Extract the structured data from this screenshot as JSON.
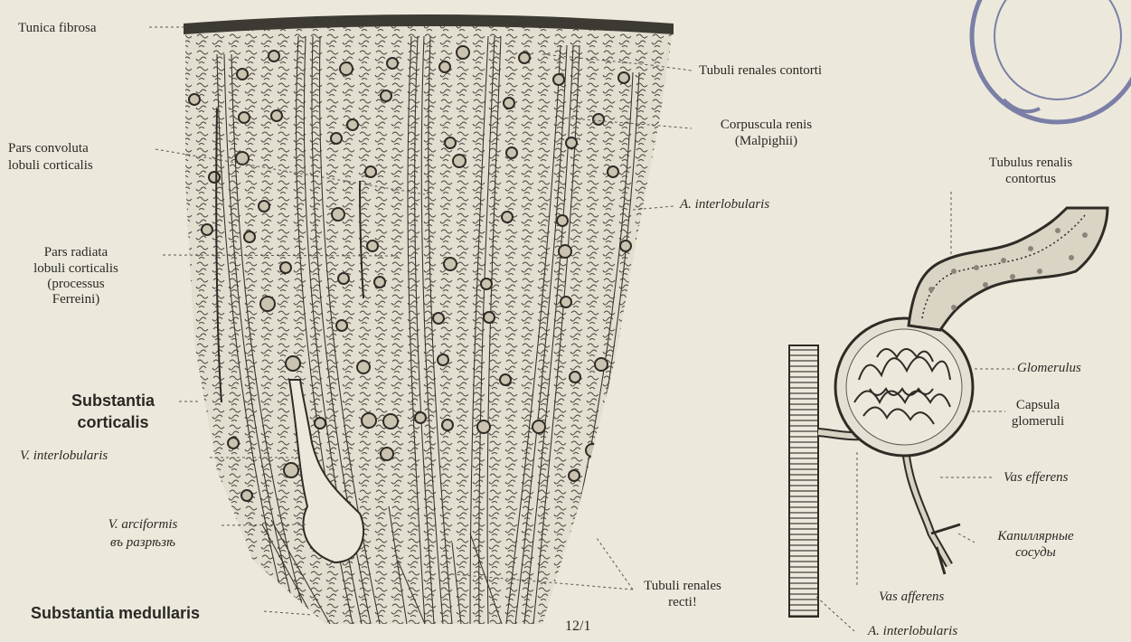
{
  "left_labels": {
    "tunica_fibrosa": "Tunica fibrosa",
    "pars_convoluta": [
      "Pars convoluta",
      "lobuli corticalis"
    ],
    "pars_radiata": [
      "Pars radiata",
      "lobuli corticalis",
      "(processus",
      "Ferreini)"
    ],
    "substantia_corticalis": [
      "Substantia",
      "corticalis"
    ],
    "v_interlobularis": "V. interlobularis",
    "v_arciformis": [
      "V. arciformis",
      "въ разрѣзѣ"
    ],
    "substantia_medullaris": "Substantia medullaris"
  },
  "middle_labels": {
    "tubuli_contorti": "Tubuli renales contorti",
    "corpuscula_renis": [
      "Corpuscula renis",
      "(Malpighii)"
    ],
    "a_interlobularis": "A. interlobularis",
    "tubuli_recti": [
      "Tubuli renales",
      "recti!"
    ],
    "page_number": "12/1"
  },
  "right_labels": {
    "tubulus_contortus": [
      "Tubulus renalis",
      "contortus"
    ],
    "glomerulus": "Glomerulus",
    "capsula": [
      "Capsula",
      "glomeruli"
    ],
    "vas_efferens": "Vas efferens",
    "capillaries": [
      "Капиллярные",
      "сосуды"
    ],
    "vas_afferens": "Vas afferens",
    "a_interlobularis_2": "A. interlobularis"
  },
  "colors": {
    "paper": "#ece9dc",
    "ink": "#2a2824",
    "stamp": "#7b7fa6"
  }
}
